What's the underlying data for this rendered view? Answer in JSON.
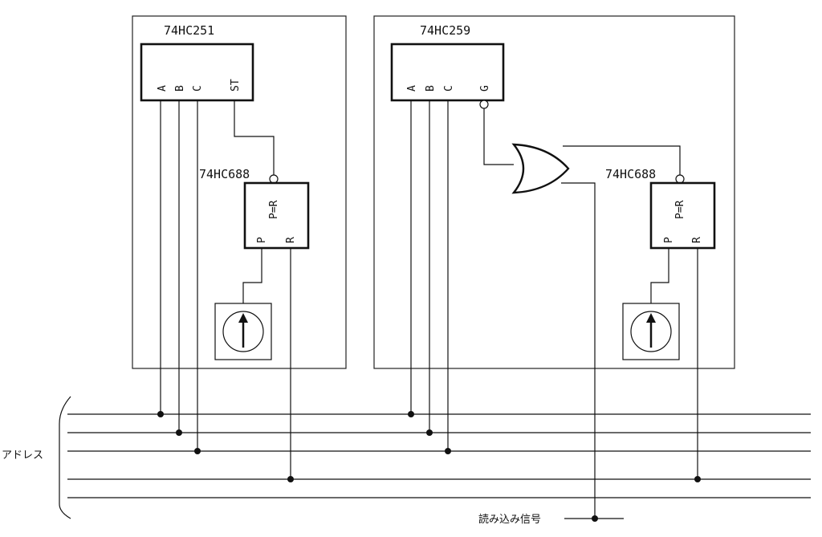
{
  "boards": [
    {
      "chip": "74HC251",
      "pins": [
        "A",
        "B",
        "C",
        "ST"
      ],
      "comparator": {
        "chip": "74HC688",
        "output": "P=R",
        "inputs": [
          "P",
          "R"
        ]
      }
    },
    {
      "chip": "74HC259",
      "pins": [
        "A",
        "B",
        "C",
        "G"
      ],
      "comparator": {
        "chip": "74HC688",
        "output": "P=R",
        "inputs": [
          "P",
          "R"
        ]
      }
    }
  ],
  "bus_label": "アドレス",
  "read_signal_label": "読み込み信号",
  "bus_line_count": 5
}
